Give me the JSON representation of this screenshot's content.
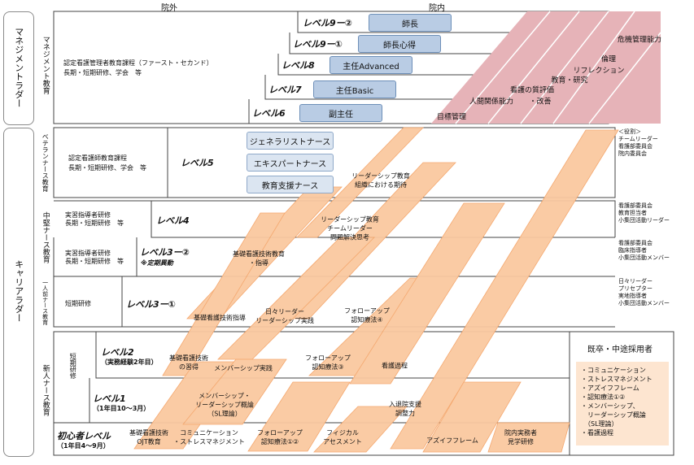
{
  "header": {
    "outside": "院外",
    "inside": "院内"
  },
  "side_labels": {
    "management": "マネジメントラダー",
    "career": "キャリアラダー"
  },
  "sections": {
    "management_ed": "マネジメント教育",
    "veteran_ed": "ベテランナース教育",
    "mid_ed": "中堅ナース教育",
    "solo_ed": "一人前ナース教育",
    "new_ed": "新人ナース教育"
  },
  "outside_notes": {
    "manager_course": "認定看護管理者教育課程（ファースト・セカンド）",
    "manager_short": "長期・短期研修、学会　等",
    "educator_course": "認定看護師教育課程",
    "educator_short": "長期・短期研修、学会　等",
    "instructor1": "実習指導者研修",
    "instructor1_short": "長期・短期研修　等",
    "instructor2": "実習指導者研修",
    "instructor2_short": "長期・短期研修　等",
    "short_training": "短期研修",
    "new_short_training": "短期研修"
  },
  "management_levels": [
    {
      "level": "レベル9ー②",
      "role": "師長"
    },
    {
      "level": "レベル9ー①",
      "role": "師長心得"
    },
    {
      "level": "レベル8",
      "role": "主任Advanced"
    },
    {
      "level": "レベル7",
      "role": "主任Basic"
    },
    {
      "level": "レベル6",
      "role": "副主任"
    }
  ],
  "management_competencies": [
    "危機管理能力",
    "倫理",
    "リフレクション",
    "教育・研究",
    "看護の質評価",
    "・改善",
    "人間関係能力",
    "目標管理"
  ],
  "veteran_roles": [
    "ジェネラリストナース",
    "エキスパートナース",
    "教育支援ナース"
  ],
  "career_levels": {
    "l5": "レベル5",
    "l4": "レベル4",
    "l3_2": "レベル3ー②",
    "l3_2_note": "※定期異動",
    "l3_1": "レベル3ー①",
    "l2": "レベル2",
    "l2_note": "（実務経験2年目）",
    "l1": "レベル1",
    "l1_note": "（1年目10～3月）",
    "novice": "初心者レベル",
    "novice_note": "（1年目4～9月）"
  },
  "roles_right": {
    "veteran": [
      "＜役割＞",
      "チームリーダー",
      "看護部委員会",
      "院内委員会"
    ],
    "mid1": [
      "看護部委員会",
      "教育担当者",
      "小集団活動リーダー"
    ],
    "mid2": [
      "看護部委員会",
      "臨床指導者",
      "小集団活動メンバー"
    ],
    "solo": [
      "日々リーダー",
      "プリセプター",
      "実地指導者",
      "小集団活動メンバー"
    ]
  },
  "bands": [
    "リーダーシップ教育\n組織における期待",
    "リーダーシップ教育\nチームリーダー\n問題解決思考",
    "基礎看護技術教育\n・指導",
    "基礎看護技術指導",
    "日々リーダー\nリーダーシップ実践",
    "フォローアップ\n認知療法④",
    "フォローアップ\n認知療法③",
    "看護過程",
    "基礎看護技術\nの習得",
    "メンバーシップ実践",
    "メンバーシップ・\nリーダーシップ概論\n（SL理論）",
    "入退院支援\n調整力",
    "基礎看護技術\nOJT教育",
    "コミュニケーション\n・ストレスマネジメント",
    "フォローアップ\n認知療法①②",
    "フィジカル\nアセスメント",
    "アズイフフレーム",
    "院内実務者\n見学研修"
  ],
  "mid_career": {
    "title": "既卒・中途採用者",
    "items": [
      "・コミュニケーション",
      "・ストレスマネジメント",
      "・アズイフフレーム",
      "・認知療法①②",
      "・メンバーシップ、",
      "　リーダーシップ概論",
      "　（SL理論）",
      "・看護過程"
    ]
  },
  "colors": {
    "box": "#b9cce4",
    "orange": "#fac9a0",
    "pink": "#e6b3b8"
  }
}
